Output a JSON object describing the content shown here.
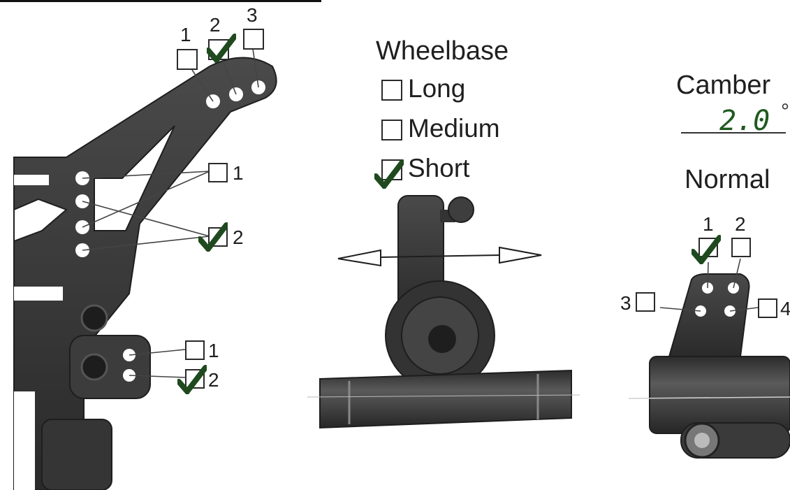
{
  "wheelbase": {
    "heading": "Wheelbase",
    "options": [
      {
        "label": "Long",
        "checked": false
      },
      {
        "label": "Medium",
        "checked": false
      },
      {
        "label": "Short",
        "checked": true
      }
    ]
  },
  "camber": {
    "heading": "Camber",
    "value": "2.0",
    "unit": "°",
    "mode": "Normal"
  },
  "shock_tower_top": {
    "positions": [
      {
        "label": "1",
        "checked": false
      },
      {
        "label": "2",
        "checked": true
      },
      {
        "label": "3",
        "checked": false
      }
    ]
  },
  "shock_tower_mid": {
    "positions": [
      {
        "label": "1",
        "checked": false
      },
      {
        "label": "2",
        "checked": true
      }
    ]
  },
  "shock_tower_low": {
    "positions": [
      {
        "label": "1",
        "checked": false
      },
      {
        "label": "2",
        "checked": true
      }
    ]
  },
  "hub": {
    "positions": [
      {
        "label": "1",
        "checked": true
      },
      {
        "label": "2",
        "checked": false
      },
      {
        "label": "3",
        "checked": false
      },
      {
        "label": "4",
        "checked": false
      }
    ]
  },
  "colors": {
    "check": "#1f4a1f",
    "part": "#3a3a3a",
    "part_dark": "#262626",
    "line": "#444444"
  }
}
